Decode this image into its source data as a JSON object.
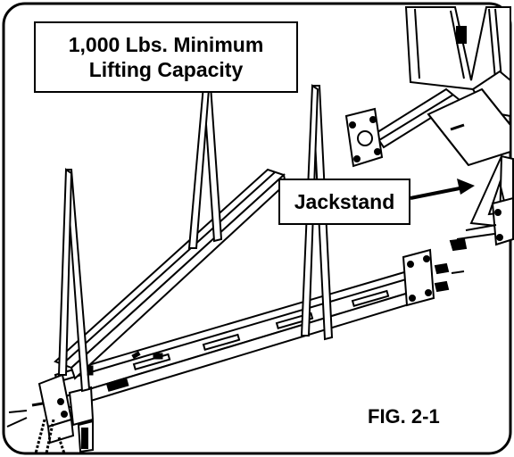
{
  "capacity_callout": {
    "line1": "1,000 Lbs. Minimum",
    "line2": "Lifting Capacity"
  },
  "jackstand_callout": {
    "label": "Jackstand"
  },
  "figure": {
    "label": "FIG. 2-1"
  },
  "colors": {
    "line": "#000000",
    "background": "#ffffff"
  }
}
